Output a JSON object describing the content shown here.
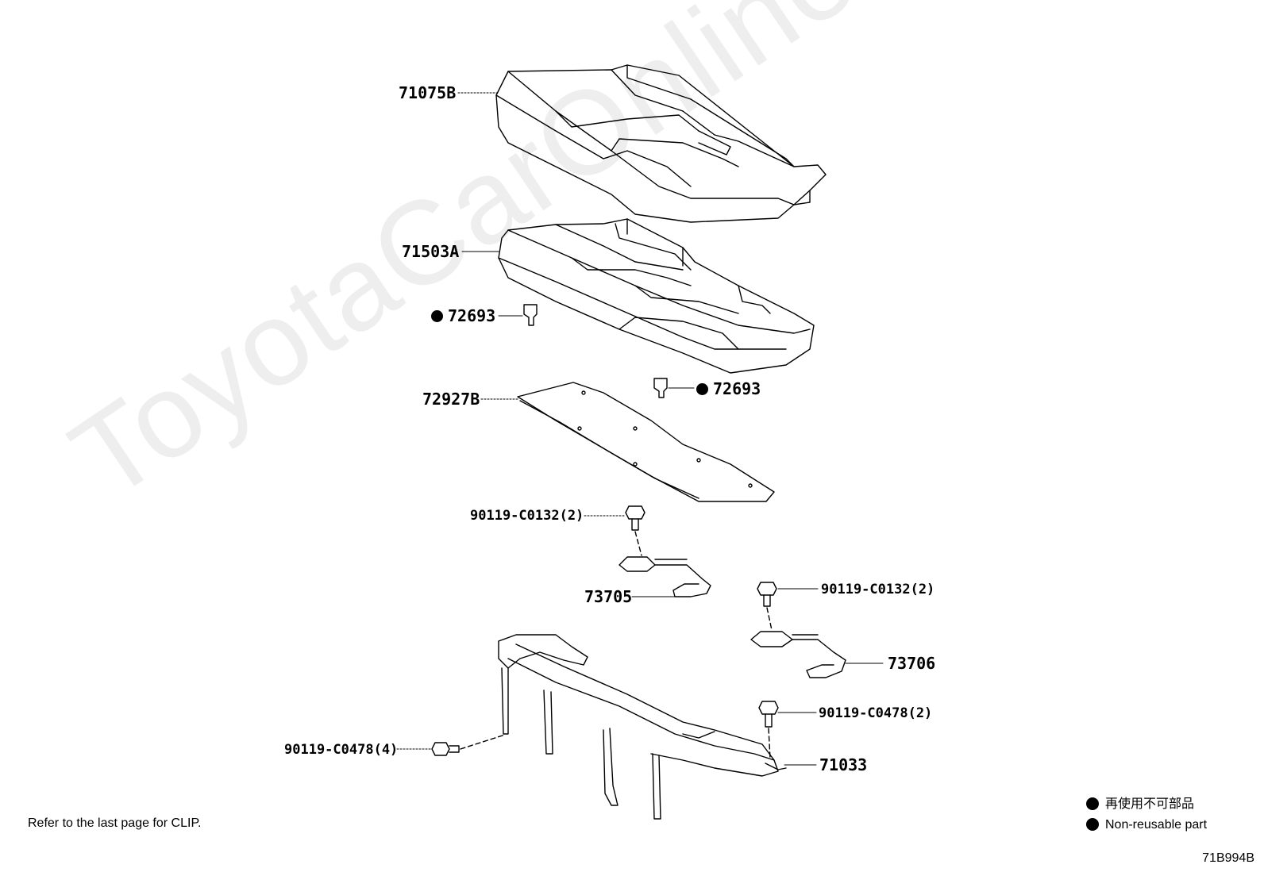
{
  "watermark": "ToyotaCarOnline.ru",
  "parts": {
    "seat_back_cover": "71075B",
    "seat_cushion_pad": "71503A",
    "clip_left": "72693",
    "clip_right": "72693",
    "cushion_panel": "72927B",
    "bolt_upper_left": "90119-C0132(2)",
    "lock_left": "73705",
    "bolt_upper_right": "90119-C0132(2)",
    "lock_right": "73706",
    "bolt_frame_right": "90119-C0478(2)",
    "bolt_frame_left": "90119-C0478(4)",
    "frame": "71033"
  },
  "note": "Refer to the last page for CLIP.",
  "legend": {
    "japanese": "再使用不可部品",
    "english": "Non-reusable part"
  },
  "diagram_code": "71B994B"
}
